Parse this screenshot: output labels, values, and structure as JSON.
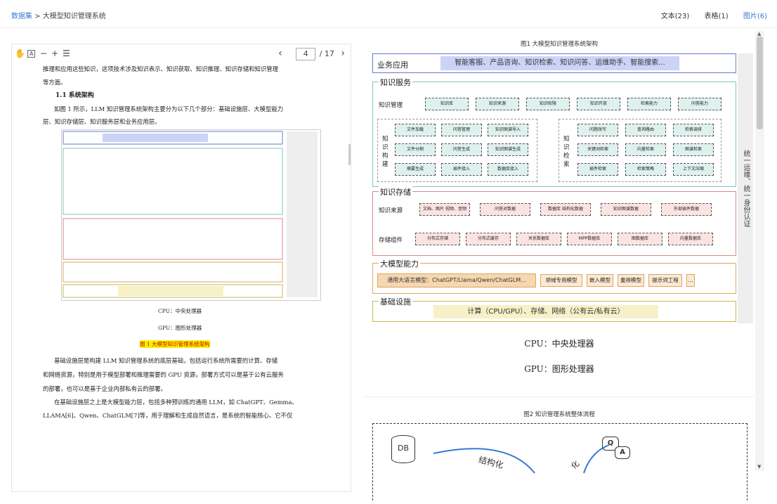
{
  "breadcrumb": {
    "root": "数据集",
    "sep": " > ",
    "current": "大模型知识管理系统"
  },
  "tabs": [
    {
      "label": "文本(23)"
    },
    {
      "label": "表格(1)"
    },
    {
      "label": "图片(6)"
    }
  ],
  "viewer": {
    "page": "4",
    "total": "/ 17",
    "prev": "‹",
    "next": "›"
  },
  "doc": {
    "p1": "推理和应用这些知识，这项技术涉及知识表示、知识获取、知识推理、知识存储和知识管理",
    "p2": "等方面。",
    "h": "1.1 系统架构",
    "p3": "如图 1 所示，LLM 知识管理系统架构主要分为以下几个部分：基础设施层、大模型能力",
    "p4": "层、知识存储层、知识服务层和业务应用层。",
    "cpu": "CPU：中央处理器",
    "gpu": "GPU：图形处理器",
    "fig": "图 1 大模型知识管理系统架构",
    "p5": "基础设施层是构建 LLM 知识管理系统的底层基础，包括运行系统所需要的计算、存储",
    "p6": "和网络资源，特别是用于模型部署和推理需要的 GPU 资源，部署方式可以是基于公有云服务",
    "p7": "的部署，也可以是基于企业内部私有云的部署。",
    "p8": "在基础设施层之上是大模型能力层，包括多种预训练的通用 LLM，如 ChatGPT、Gemma、",
    "p9": "LLAMA[6]、Qwen、ChatGLM[7]等，用于理解和生成自然语言，是系统的智能核心。它不仅"
  },
  "fig1": {
    "title": "图1 大模型知识管理系统架构",
    "biz": {
      "label": "业务应用",
      "content": "智能客服、产品咨询、知识检索、知识问答、运维助手、智能搜索..."
    },
    "svc": {
      "label": "知识服务",
      "mgmt": "知识管理",
      "mgmtItems": [
        "知识库",
        "知识来源",
        "知识权限",
        "知识开放",
        "检索能力",
        "问答能力"
      ],
      "build": "知识构建",
      "buildItems": [
        "文件加载",
        "问答管理",
        "知识图谱导入",
        "文件分割",
        "问答生成",
        "知识图谱生成",
        "摘要生成",
        "插件接入",
        "数据库接入"
      ],
      "search": "知识检索",
      "searchItems": [
        "问题改写",
        "查询路由",
        "检索调排",
        "关键词检索",
        "向量检索",
        "图谱检索",
        "插件检索",
        "检索策略",
        "上下文压缩"
      ]
    },
    "store": {
      "label": "知识存储",
      "src": "知识来源",
      "srcItems": [
        "文档、图片\n视频、音频",
        "问答对数据",
        "数据库\n结构化数据",
        "知识图谱数据",
        "外部插件数据"
      ],
      "comp": "存储组件",
      "compItems": [
        "分布式存储",
        "分布式缓存",
        "关系数据库",
        "MPP数据库",
        "图数据库",
        "向量数据库"
      ]
    },
    "llm": {
      "label": "大模型能力",
      "general": "通用大语言模型：ChatGPT/Llama/Qwen/ChatGLM...",
      "items": [
        "领域专用模型",
        "嵌入模型",
        "重排模型",
        "提示词工程",
        "..."
      ]
    },
    "infra": {
      "label": "基础设施",
      "content": "计算（CPU/GPU）、存储、网络（公有云/私有云）"
    },
    "side": "统一运维、统一身份认证"
  },
  "rcpu": "CPU：中央处理器",
  "rgpu": "GPU：图形处理器",
  "fig2": {
    "title": "图2 知识管理系统整体流程",
    "db": "DB",
    "structured": "结构化",
    "q": "Q",
    "a": "A"
  },
  "colors": {
    "link": "#3a78d6",
    "biz": "#ccd3f7",
    "svc": "#bfe6e0",
    "store": "#f4c7c3",
    "llm": "#f6d7b0",
    "infra": "#f6f1c6"
  }
}
